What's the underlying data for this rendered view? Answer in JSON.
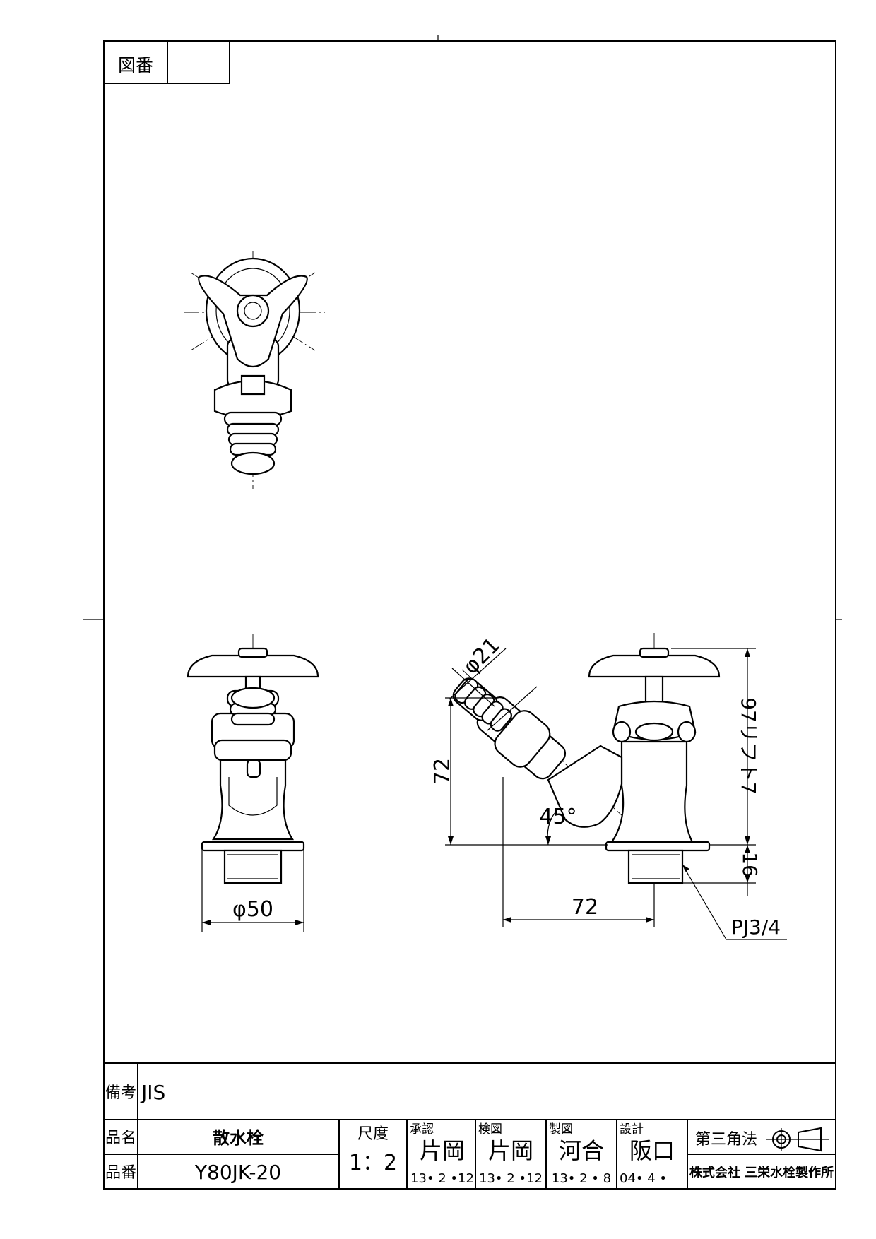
{
  "title_block": {
    "drawing_no_label": "図番",
    "drawing_no_value": "",
    "remarks_label": "備考",
    "remarks_value": "JIS",
    "product_name_label": "品名",
    "product_name_value": "散水栓",
    "product_no_label": "品番",
    "product_no_value": "Y80JK-20",
    "scale_label": "尺度",
    "scale_value": "1：2",
    "approved_label": "承認",
    "approved_name": "片岡",
    "approved_date": "13• 2 •12",
    "checked_label": "検図",
    "checked_name": "片岡",
    "checked_date": "13• 2 •12",
    "drawn_label": "製図",
    "drawn_name": "河合",
    "drawn_date": "13• 2 • 8",
    "design_label": "設計",
    "design_name": "阪口",
    "design_date": "04• 4 •",
    "projection_label": "第三角法",
    "company": "株式会社 三栄水栓製作所"
  },
  "dimensions": {
    "base_diameter": "φ50",
    "hose_diameter": "φ21",
    "height": "72",
    "width": "72",
    "angle": "45°",
    "total_height": "97リフト7",
    "thread_height": "16",
    "thread_spec": "PJ3/4"
  },
  "icons": {
    "projection_symbol": "third-angle-projection-icon"
  }
}
